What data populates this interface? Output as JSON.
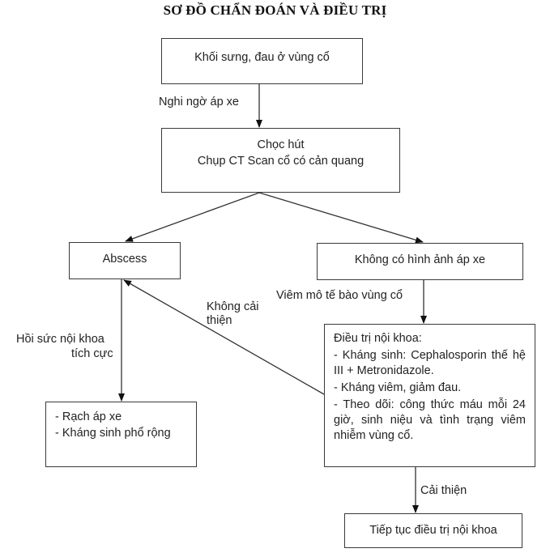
{
  "title": "SƠ ĐỒ CHẨN ĐOÁN VÀ ĐIỀU TRỊ",
  "nodes": {
    "start": {
      "text": "Khối sưng, đau ở vùng cổ"
    },
    "procedure": {
      "lines": [
        "Chọc hút",
        "Chụp CT Scan cổ có cản quang"
      ]
    },
    "abscess": {
      "text": "Abscess"
    },
    "no_abscess": {
      "text": "Không có hình ảnh áp xe"
    },
    "surgery": {
      "lines": [
        "- Rạch áp xe",
        "- Kháng sinh phổ rộng"
      ]
    },
    "medical": {
      "heading": "Điều trị nội khoa:",
      "items": [
        "- Kháng sinh: Cephalosporin thế hệ III + Metronidazole.",
        "- Kháng viêm, giảm đau.",
        "- Theo dõi: công thức máu mỗi 24 giờ, sinh niệu và tình trạng viêm nhiễm vùng cổ."
      ]
    },
    "continue": {
      "text": "Tiếp tục điều trị nội khoa"
    }
  },
  "edge_labels": {
    "suspect": "Nghi ngờ áp xe",
    "cellulitis": "Viêm mô tế bào vùng cổ",
    "icu_line1": "Hồi sức nội khoa",
    "icu_line2": "tích cực",
    "no_improve_line1": "Không cải",
    "no_improve_line2": "thiện",
    "improve": "Cải thiện"
  }
}
